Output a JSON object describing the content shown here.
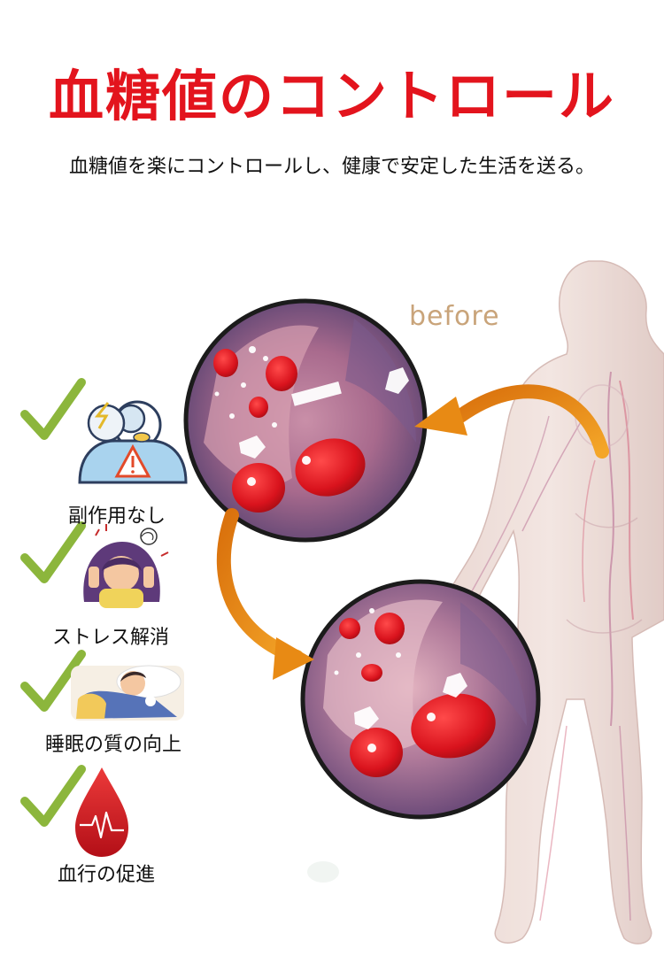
{
  "header": {
    "title": "血糖値のコントロール",
    "subtitle": "血糖値を楽にコントロールし、健康で安定した生活を送る。"
  },
  "illustration": {
    "before_label": "before"
  },
  "benefits": [
    {
      "label": "副作用なし",
      "icon": "doctor-warning-icon"
    },
    {
      "label": "ストレス解消",
      "icon": "stressed-woman-icon"
    },
    {
      "label": "睡眠の質の向上",
      "icon": "sleeping-person-icon"
    },
    {
      "label": "血行の促進",
      "icon": "blood-drop-pulse-icon"
    }
  ],
  "colors": {
    "title": "#e3141d",
    "check": "#8cb63c",
    "arrow": "#e88a14",
    "before": "#c9a47a",
    "blood": "#d9131d"
  }
}
